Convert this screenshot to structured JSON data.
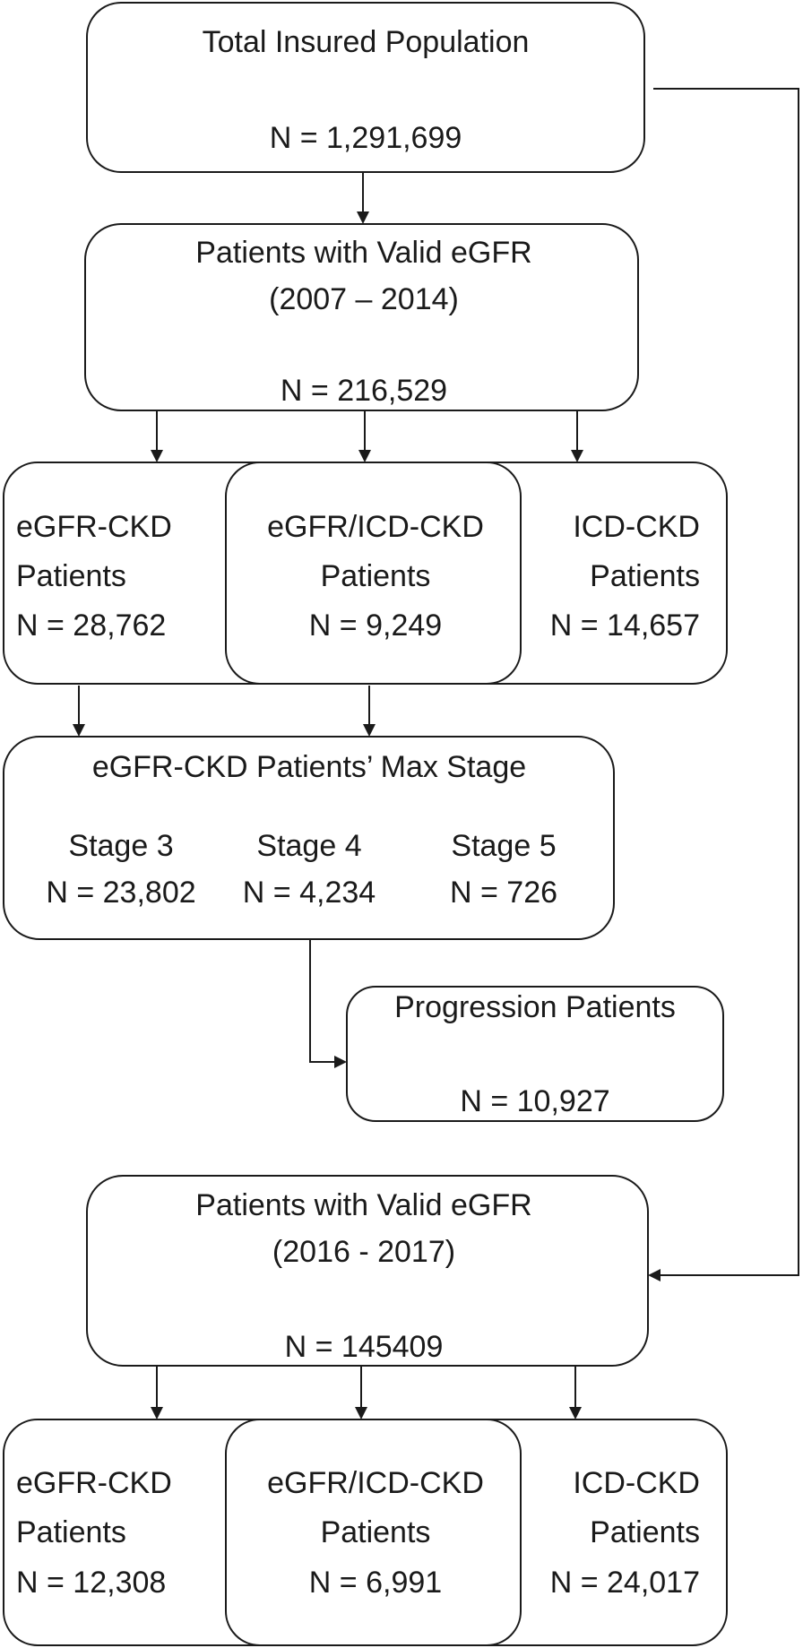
{
  "boxes": {
    "total": {
      "title": "Total Insured Population",
      "n": "N = 1,291,699"
    },
    "valid1": {
      "title": "Patients with Valid eGFR",
      "period": "(2007 – 2014)",
      "n": "N = 216,529"
    },
    "egfr1": {
      "l1": "eGFR-CKD",
      "l2": "Patients",
      "n": "N = 28,762"
    },
    "both1": {
      "l1": "eGFR/ICD-CKD",
      "l2": "Patients",
      "n": "N = 9,249"
    },
    "icd1": {
      "l1": "ICD-CKD",
      "l2": "Patients",
      "n": "N = 14,657"
    },
    "stage": {
      "title": "eGFR-CKD Patients’ Max Stage",
      "s3": "Stage 3",
      "s3n": "N = 23,802",
      "s4": "Stage 4",
      "s4n": "N = 4,234",
      "s5": "Stage 5",
      "s5n": "N = 726"
    },
    "progression": {
      "title": "Progression Patients",
      "n": "N = 10,927"
    },
    "valid2": {
      "title": "Patients with Valid eGFR",
      "period": "(2016 - 2017)",
      "n": "N = 145409"
    },
    "egfr2": {
      "l1": "eGFR-CKD",
      "l2": "Patients",
      "n": "N = 12,308"
    },
    "both2": {
      "l1": "eGFR/ICD-CKD",
      "l2": "Patients",
      "n": "N = 6,991"
    },
    "icd2": {
      "l1": "ICD-CKD",
      "l2": "Patients",
      "n": "N = 24,017"
    }
  }
}
